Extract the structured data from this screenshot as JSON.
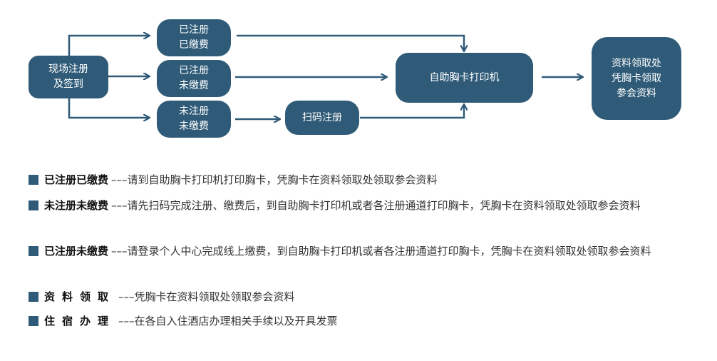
{
  "colors": {
    "node_fill": "#2f5b78",
    "arrow": "#2f5b78",
    "text": "#222222"
  },
  "diagram": {
    "nodes": {
      "onsite": "现场注册\n及签到",
      "reg_paid": "已注册\n已缴费",
      "reg_unpaid": "已注册\n未缴费",
      "unreg_unpaid": "未注册\n未缴费",
      "scan": "扫码注册",
      "kiosk": "自助胸卡打印机",
      "collect": "资料领取处\n凭胸卡领取\n参会资料"
    }
  },
  "legend": [
    {
      "term": "已注册已缴费",
      "dash": "–––",
      "desc": "请到自助胸卡打印机打印胸卡，凭胸卡在资料领取处领取参会资料"
    },
    {
      "term": "未注册未缴费",
      "dash": "–––",
      "desc": "请先扫码完成注册、缴费后，到自助胸卡打印机或者各注册通道打印胸卡，凭胸卡在资料领取处领取参会资料"
    },
    {
      "term": "已注册未缴费",
      "dash": "–––",
      "desc": "请登录个人中心完成线上缴费，到自助胸卡打印机或者各注册通道打印胸卡，凭胸卡在资料领取处领取参会资料"
    },
    {
      "term": "资料领取",
      "dash": "–––",
      "desc": "凭胸卡在资料领取处领取参会资料"
    },
    {
      "term": "住宿办理",
      "dash": "–––",
      "desc": "在各自入住酒店办理相关手续以及开具发票"
    }
  ]
}
